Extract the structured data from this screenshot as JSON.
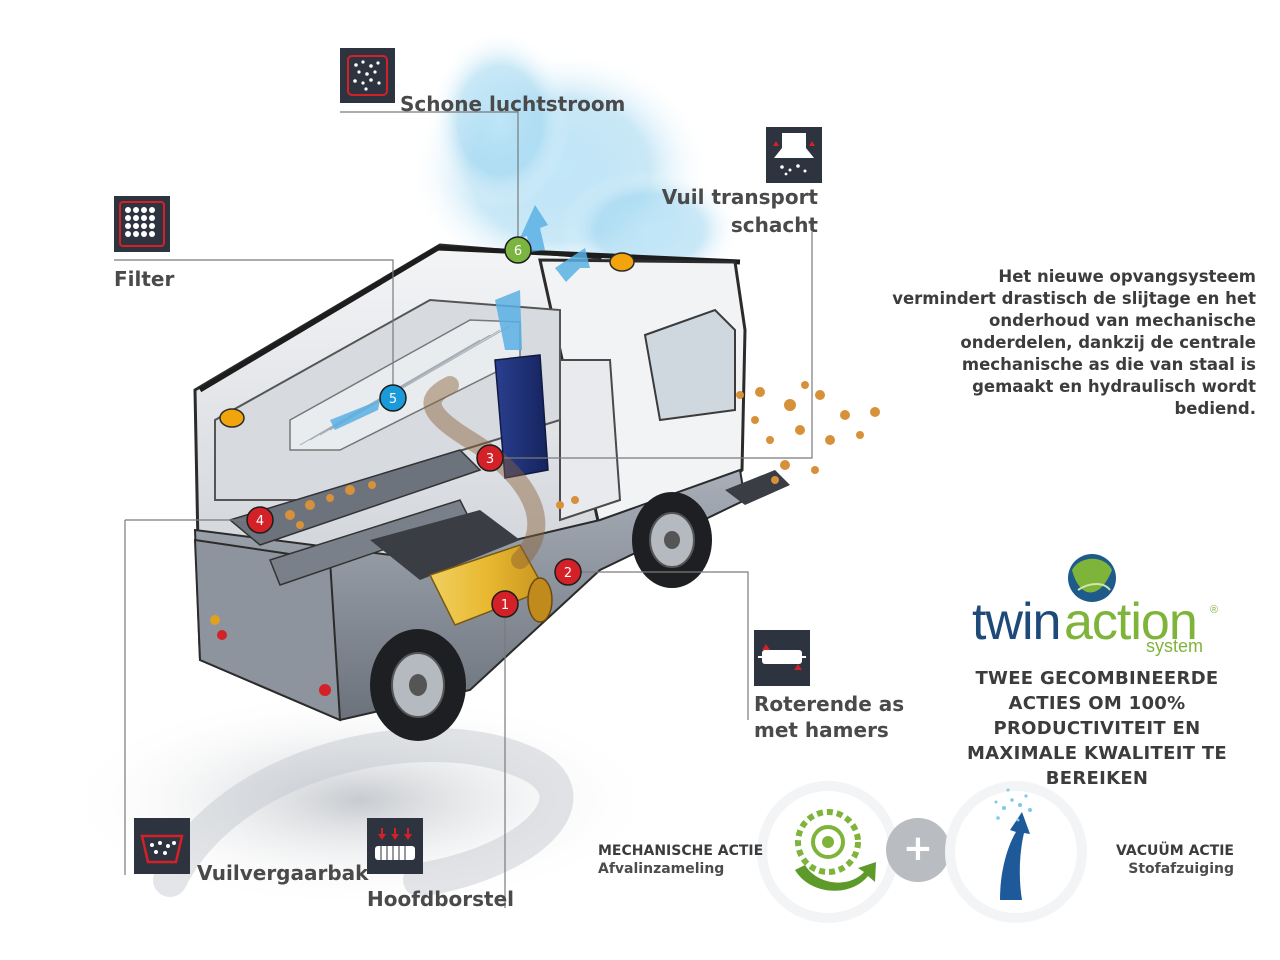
{
  "labels": {
    "clean_airflow": "Schone luchtstroom",
    "dirt_transport_line1": "Vuil transport",
    "dirt_transport_line2": "schacht",
    "filter": "Filter",
    "rotating_axle_line1": "Roterende as",
    "rotating_axle_line2": "met hamers",
    "dirt_container": "Vuilvergaarbak",
    "main_brush": "Hoofdborstel"
  },
  "markers": [
    {
      "n": "1",
      "color": "#d42027"
    },
    {
      "n": "2",
      "color": "#d42027"
    },
    {
      "n": "3",
      "color": "#d42027"
    },
    {
      "n": "4",
      "color": "#d42027"
    },
    {
      "n": "5",
      "color": "#1a9ad8"
    },
    {
      "n": "6",
      "color": "#7bb441"
    }
  ],
  "description": "Het nieuwe opvangsysteem vermindert drastisch de slijtage en het onderhoud van mechanische onderdelen, dankzij de centrale mechanische as die van staal is gemaakt en hydraulisch wordt bediend.",
  "logo": {
    "word_part1": "twin",
    "word_part2": "action",
    "registered": "®",
    "sub": "system",
    "color_dark": "#1e4a7a",
    "color_green": "#7fb43b"
  },
  "twin_heading": "TWEE GECOMBINEERDE ACTIES OM 100% PRODUCTIVITEIT EN MAXIMALE KWALITEIT TE BEREIKEN",
  "mechanical": {
    "title": "MECHANISCHE ACTIE",
    "sub": "Afvalinzameling"
  },
  "plus": "+",
  "vacuum": {
    "title": "VACUÜM ACTIE",
    "sub": "Stofafzuiging"
  },
  "colors": {
    "icon_bg": "#2d3440",
    "accent_red": "#d42027",
    "air_blue": "#7ec8ea"
  }
}
